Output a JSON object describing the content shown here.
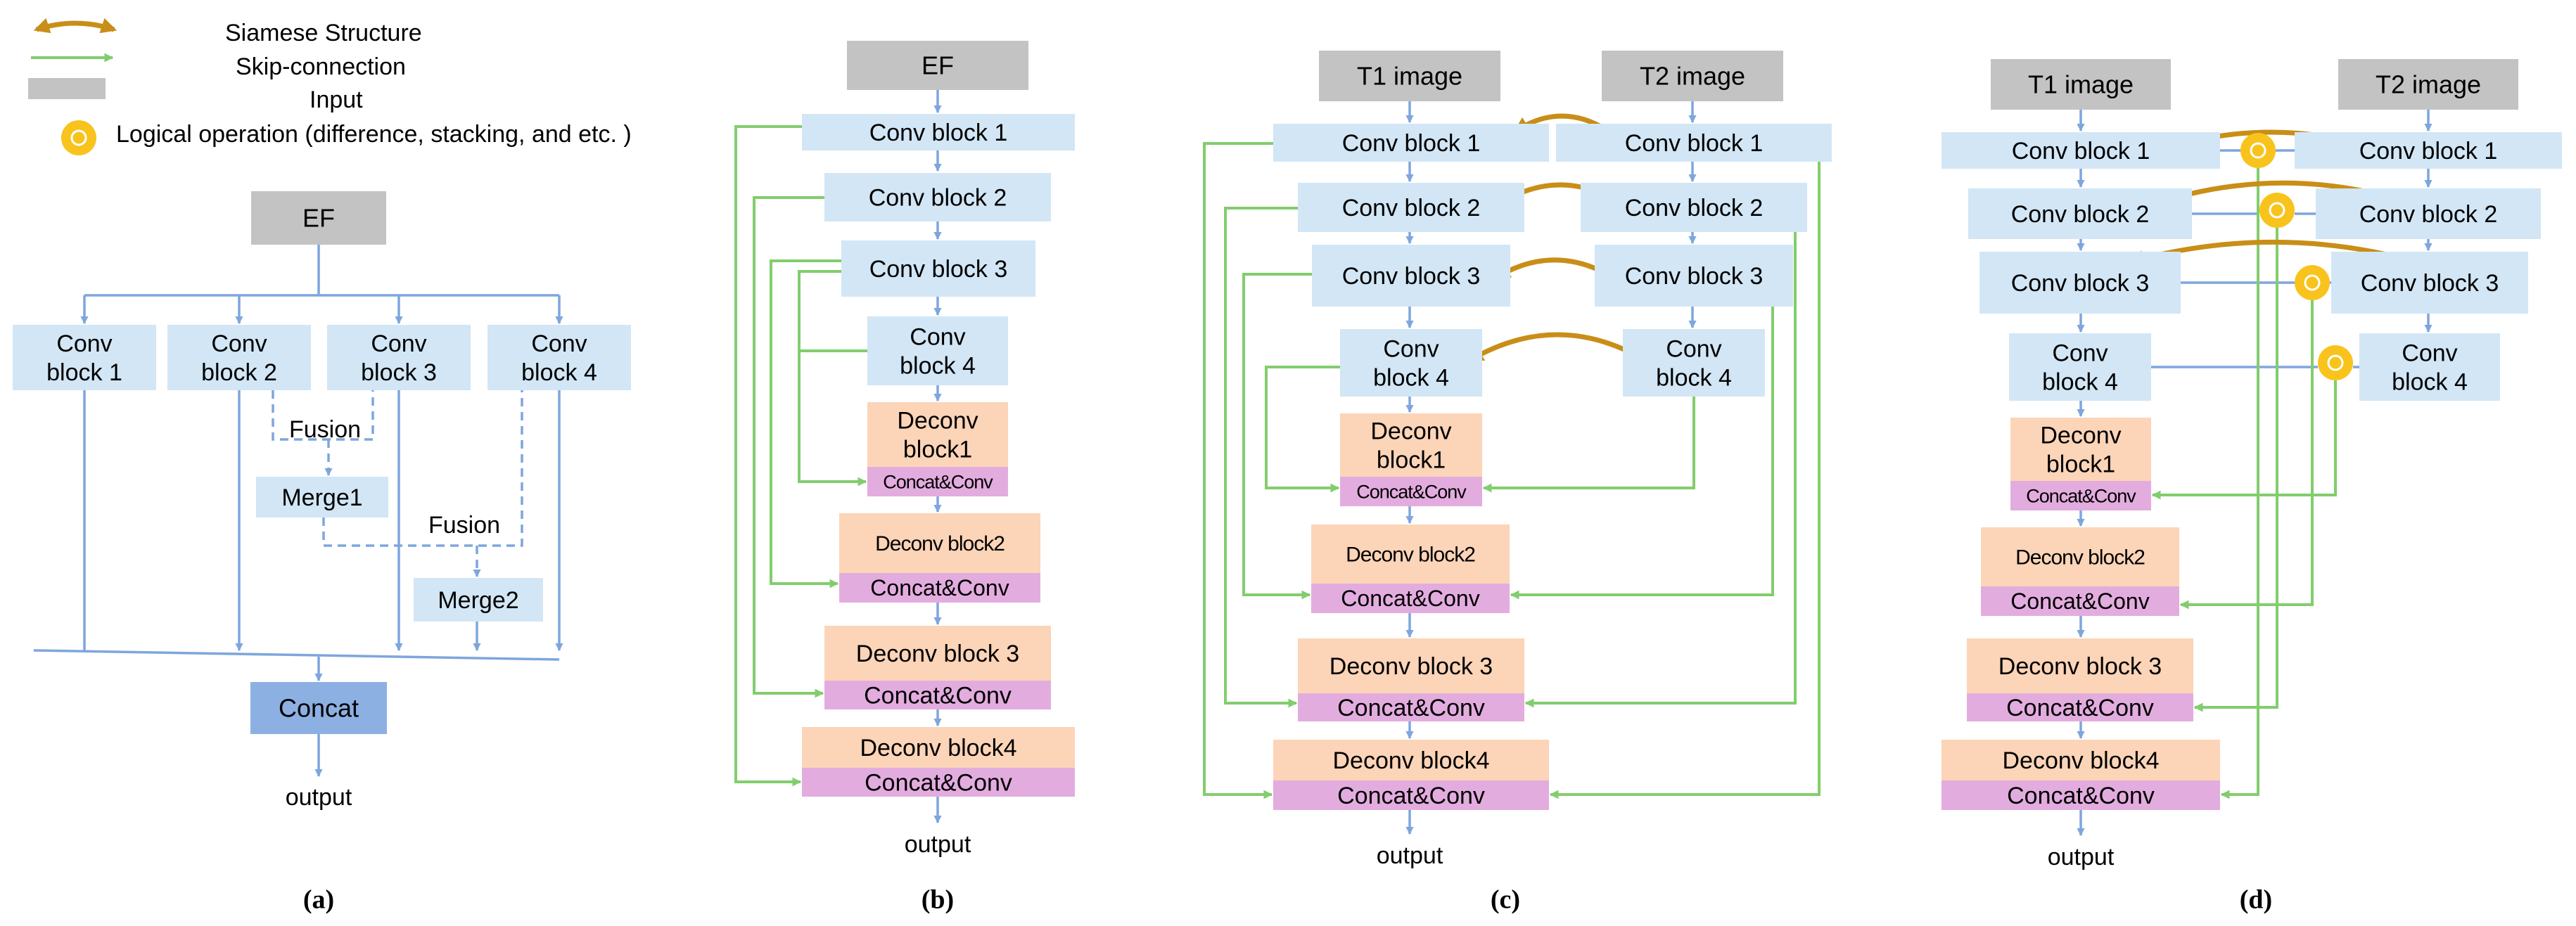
{
  "legend": {
    "siamese": "Siamese Structure",
    "skip": "Skip-connection",
    "input": "Input",
    "logical": "Logical operation (difference, stacking, and etc. )",
    "logical_symbol": "O"
  },
  "colors": {
    "conv": "#d2e6f5",
    "input": "#c3c3c3",
    "deconv": "#fcd4b8",
    "concatconv": "#e3acdf",
    "concat_a": "#8db0e2",
    "arrow": "#7ea6dd",
    "skip": "#82cd6d",
    "siamese": "#c98e17",
    "logical_fill": "#f8c31c"
  },
  "panels": {
    "a": {
      "caption": "(a)",
      "input": "EF",
      "conv": [
        "Conv\nblock 1",
        "Conv\nblock 2",
        "Conv\nblock 3",
        "Conv\nblock 4"
      ],
      "fusion1": "Fusion",
      "merge1": "Merge1",
      "fusion2": "Fusion",
      "merge2": "Merge2",
      "concat": "Concat",
      "output": "output"
    },
    "b": {
      "caption": "(b)",
      "input": "EF",
      "conv": [
        "Conv block 1",
        "Conv block 2",
        "Conv block 3",
        "Conv\nblock 4"
      ],
      "deconv": [
        "Deconv\nblock1",
        "Deconv block2",
        "Deconv block 3",
        "Deconv block4"
      ],
      "concatconv": [
        "Concat&Conv",
        "Concat&Conv",
        "Concat&Conv",
        "Concat&Conv"
      ],
      "output": "output"
    },
    "c": {
      "caption": "(c)",
      "input1": "T1 image",
      "input2": "T2 image",
      "conv_left": [
        "Conv block 1",
        "Conv block 2",
        "Conv block 3",
        "Conv\nblock 4"
      ],
      "conv_right": [
        "Conv block 1",
        "Conv block 2",
        "Conv block 3",
        "Conv\nblock 4"
      ],
      "deconv": [
        "Deconv\nblock1",
        "Deconv block2",
        "Deconv block 3",
        "Deconv block4"
      ],
      "concatconv": [
        "Concat&Conv",
        "Concat&Conv",
        "Concat&Conv",
        "Concat&Conv"
      ],
      "output": "output"
    },
    "d": {
      "caption": "(d)",
      "input1": "T1 image",
      "input2": "T2 image",
      "conv_left": [
        "Conv block 1",
        "Conv block 2",
        "Conv block 3",
        "Conv\nblock 4"
      ],
      "conv_right": [
        "Conv block 1",
        "Conv block 2",
        "Conv block 3",
        "Conv\nblock 4"
      ],
      "deconv": [
        "Deconv\nblock1",
        "Deconv block2",
        "Deconv block 3",
        "Deconv block4"
      ],
      "concatconv": [
        "Concat&Conv",
        "Concat&Conv",
        "Concat&Conv",
        "Concat&Conv"
      ],
      "logical_symbol": "O",
      "output": "output"
    }
  }
}
